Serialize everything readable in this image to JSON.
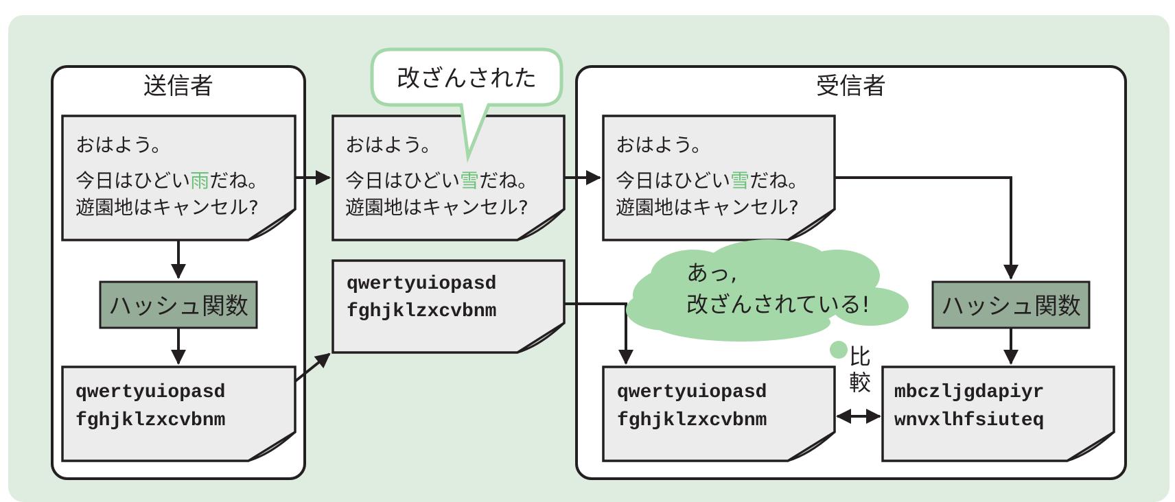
{
  "colors": {
    "background": "#dfede0",
    "accent_green": "#6cc27a",
    "bubble_green": "#a5d8a8",
    "hash_box": "#95ad98",
    "doc_fill": "#ececec",
    "doc_fold": "#c7c7c8",
    "stroke": "#231f20"
  },
  "sender": {
    "title": "送信者"
  },
  "receiver": {
    "title": "受信者"
  },
  "message_original": {
    "line1": "おはよう。",
    "line2_before": "今日はひどい",
    "line2_highlight": "雨",
    "line2_after": "だね。",
    "line3": "遊園地はキャンセル?"
  },
  "message_tampered": {
    "line1": "おはよう。",
    "line2_before": "今日はひどい",
    "line2_highlight": "雪",
    "line2_after": "だね。",
    "line3": "遊園地はキャンセル?"
  },
  "hash_function_label": "ハッシュ関数",
  "hash_sent": {
    "line1": "qwertyuiopasd",
    "line2": "fghjklzxcvbnm"
  },
  "hash_recomputed": {
    "line1": "mbczljgdapiyr",
    "line2": "wnvxlhfsiuteq"
  },
  "tampered_callout": "改ざんされた",
  "thought_bubble": {
    "line1": "あっ,",
    "line2": "改ざんされている!"
  },
  "compare_label": {
    "char1": "比",
    "char2": "較"
  },
  "icons": {
    "arrow": "arrow-icon",
    "double_arrow": "double-arrow-icon",
    "page_fold": "page-fold-icon"
  }
}
